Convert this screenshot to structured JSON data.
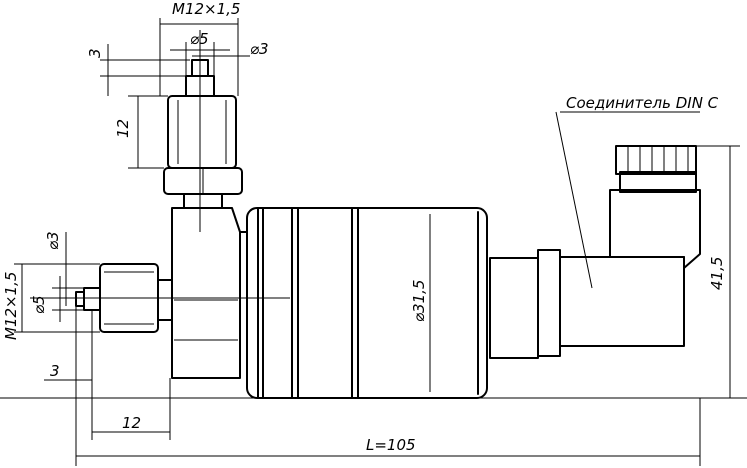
{
  "labels": {
    "top_thread": "M12×1,5",
    "top_dia_outer": "⌀5",
    "top_dia_inner": "⌀3",
    "top_step": "3",
    "top_height": "12",
    "connector": "Соединитель DIN C",
    "left_dia_inner": "⌀3",
    "left_thread": "M12×1,5",
    "left_dia_outer": "⌀5",
    "left_step": "3",
    "bottom_12": "12",
    "total_length": "L=105",
    "body_dia": "⌀31,5",
    "right_height": "41,5"
  }
}
